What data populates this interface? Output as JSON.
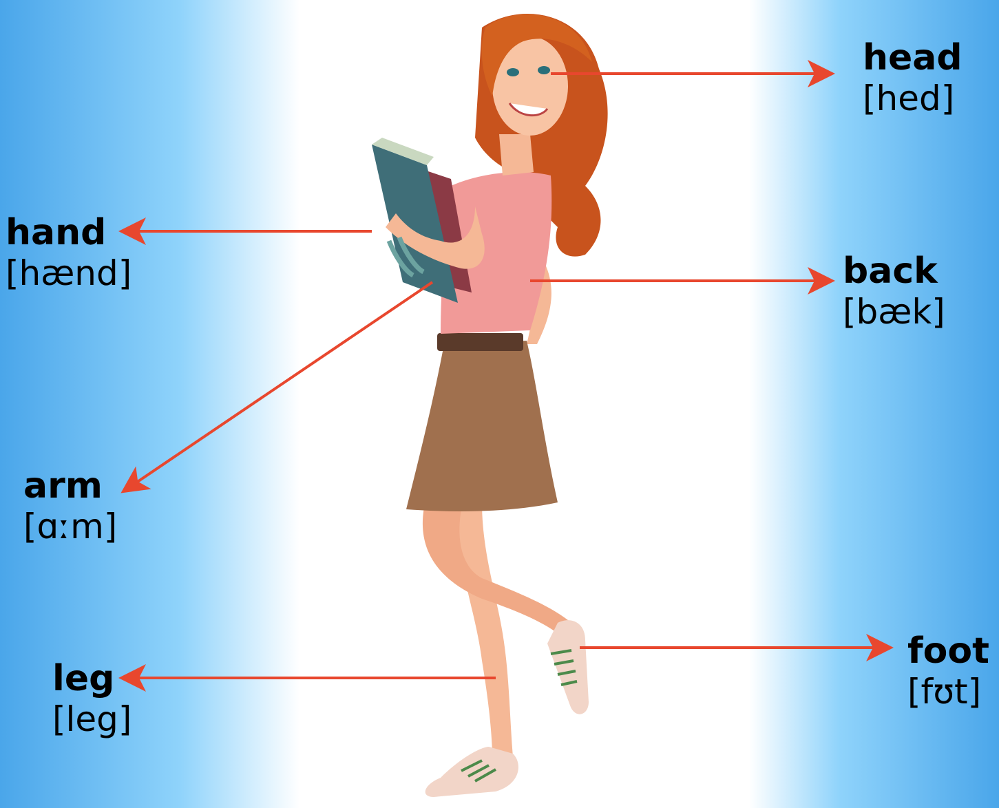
{
  "labels": {
    "head": {
      "word": "head",
      "ipa": "[hed]"
    },
    "hand": {
      "word": "hand",
      "ipa": "[hænd]"
    },
    "back": {
      "word": "back",
      "ipa": "[bæk]"
    },
    "arm": {
      "word": "arm",
      "ipa": "[ɑːm]"
    },
    "foot": {
      "word": "foot",
      "ipa": "[fʊt]"
    },
    "leg": {
      "word": "leg",
      "ipa": "[leg]"
    }
  },
  "colors": {
    "arrow": "#e8472e",
    "background_edge": "#4aa6ea",
    "hair": "#c8531d",
    "top": "#f19a98",
    "skirt": "#a0704e",
    "skin": "#f5b896",
    "book": "#3f6e78"
  }
}
